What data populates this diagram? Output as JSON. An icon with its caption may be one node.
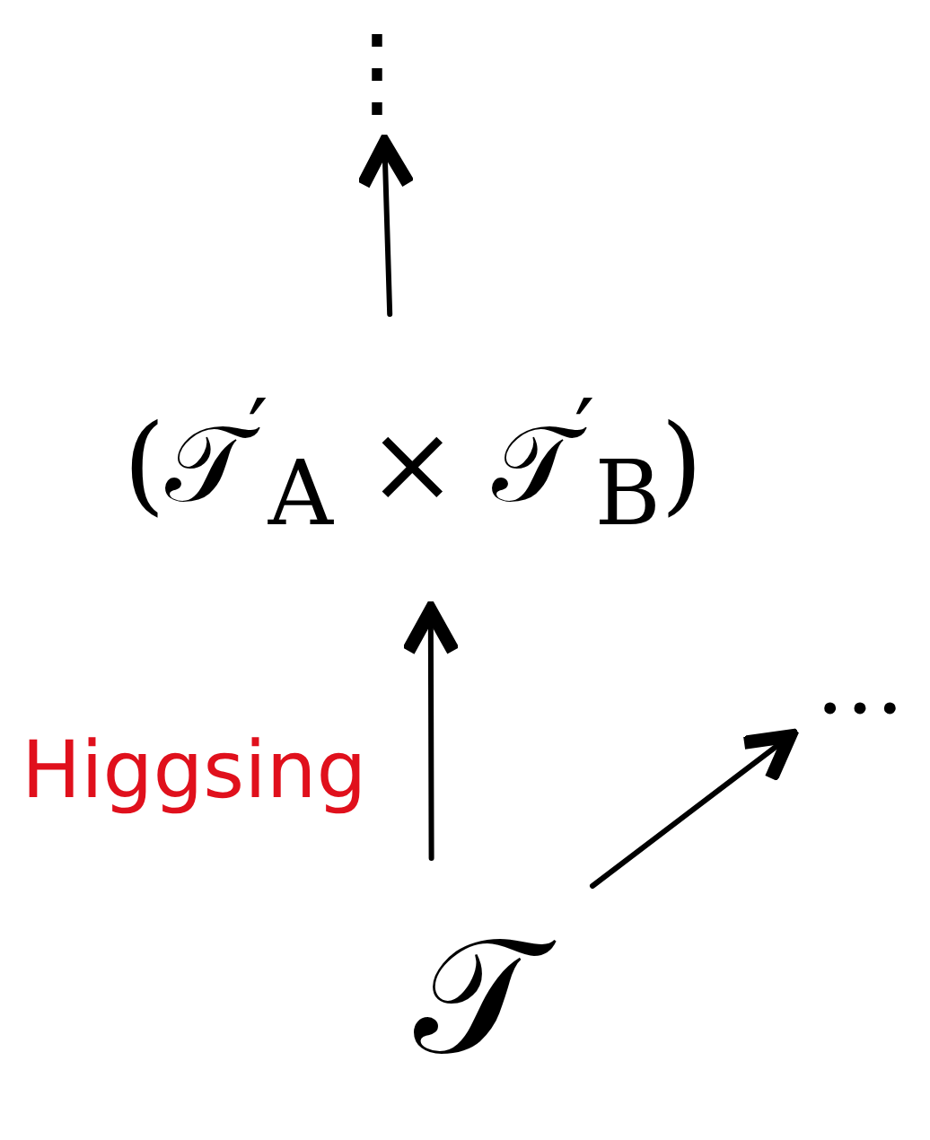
{
  "diagram": {
    "nodes": [
      {
        "text": [
          "⋮"
        ]
      },
      {
        "text": [
          "(𝒯$^{′}$$_{A}$ × 𝒯$^{′}$$_{B}$)"
        ]
      },
      {
        "text": [
          "𝒯"
        ]
      },
      {
        "text": [
          "…"
        ]
      }
    ],
    "edges": [
      {
        "from": 2,
        "to": 1,
        "arrow": "to",
        "label": "Higgsing"
      },
      {
        "from": 1,
        "to": 0,
        "arrow": "to"
      },
      {
        "from": 2,
        "to": 3,
        "arrow": "to"
      }
    ]
  }
}
